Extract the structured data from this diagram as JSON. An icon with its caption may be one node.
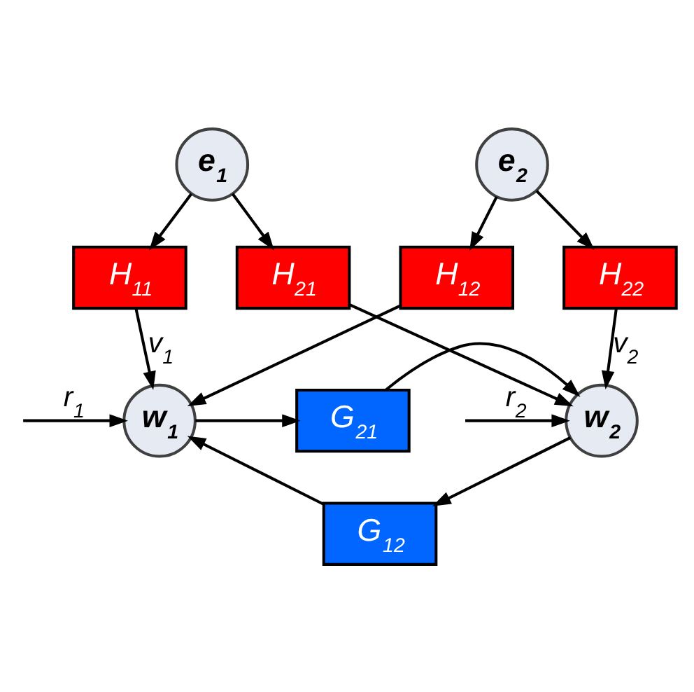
{
  "diagram": {
    "nodes": [
      {
        "text": [
          "e$_{1}$"
        ]
      },
      {
        "text": [
          "e$_{2}$"
        ]
      },
      {
        "text": [
          "H$_{21}$"
        ]
      },
      {
        "text": [
          "H$_{11}$"
        ]
      },
      {
        "text": [
          "H$_{22}$"
        ]
      },
      {
        "text": [
          "H$_{12}$"
        ]
      },
      {
        "text": [
          "w$_{1}$"
        ]
      },
      {
        "text": [
          "G$_{21}$"
        ]
      },
      {
        "text": [
          "w$_{2}$"
        ]
      },
      {
        "text": [
          "G$_{12}$"
        ]
      }
    ],
    "edges": [
      {
        "from": 0,
        "to": 3,
        "arrow": "to"
      },
      {
        "from": 0,
        "to": 2,
        "arrow": "to"
      },
      {
        "from": 1,
        "to": 5,
        "arrow": "to"
      },
      {
        "from": 1,
        "to": 4,
        "arrow": "to"
      },
      {
        "from": 3,
        "to": 6,
        "arrow": "to",
        "label": "v$_{1}$"
      },
      {
        "from": 2,
        "to": 8,
        "arrow": "to"
      },
      {
        "from": 5,
        "to": 6,
        "arrow": "to"
      },
      {
        "from": 4,
        "to": 8,
        "arrow": "to",
        "label": "v$_{2}$"
      },
      {
        "from": 6,
        "to": 7,
        "arrow": "to"
      },
      {
        "from": 7,
        "to": 8,
        "arrow": "to"
      },
      {
        "from": null,
        "to": 6,
        "arrow": "to",
        "label": "r$_{1}$"
      },
      {
        "from": null,
        "to": 8,
        "arrow": "to",
        "label": "r$_{2}$"
      },
      {
        "from": 8,
        "to": 9,
        "arrow": "to"
      },
      {
        "from": 9,
        "to": 6,
        "arrow": "to"
      }
    ]
  }
}
